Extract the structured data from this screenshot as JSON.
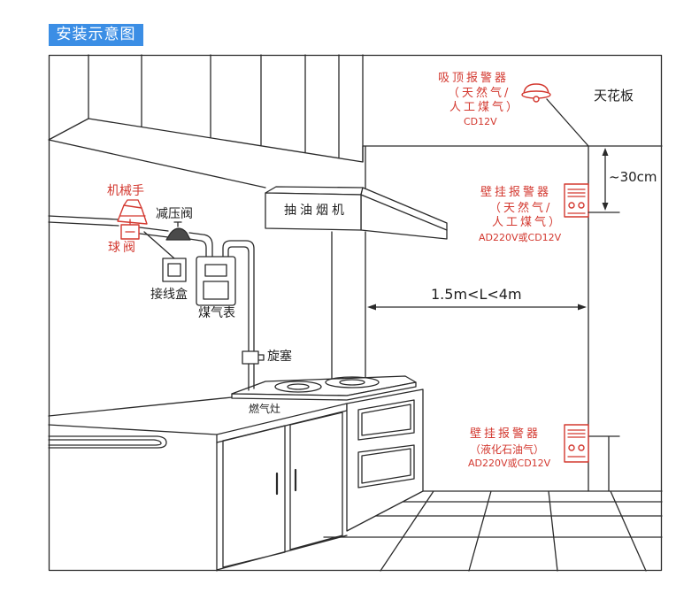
{
  "title": "安装示意图",
  "colors": {
    "accent": "#3b8ee5",
    "alarm_red": "#d3382f",
    "line": "#2a2a2a"
  },
  "ceiling_alarm": {
    "name": "吸顶报警器",
    "gas_line1": "（天然气/",
    "gas_line2": "人工煤气）",
    "power": "CD12V"
  },
  "ceiling_label": "天花板",
  "ceiling_distance": "~30cm",
  "wall_alarm_upper": {
    "name": "壁挂报警器",
    "gas_line1": "（天然气/",
    "gas_line2": "人工煤气）",
    "power": "AD220V或CD12V"
  },
  "distance_label": "1.5m<L<4m",
  "wall_alarm_lower": {
    "name": "壁挂报警器",
    "gas": "（液化石油气）",
    "power": "AD220V或CD12V"
  },
  "kitchen_labels": {
    "manipulator": "机械手",
    "ball_valve": "球阀",
    "pressure_reducer": "减压阀",
    "junction_box": "接线盒",
    "gas_meter": "煤气表",
    "range_hood": "抽油烟机",
    "cock_valve": "旋塞",
    "gas_stove": "燃气灶"
  }
}
